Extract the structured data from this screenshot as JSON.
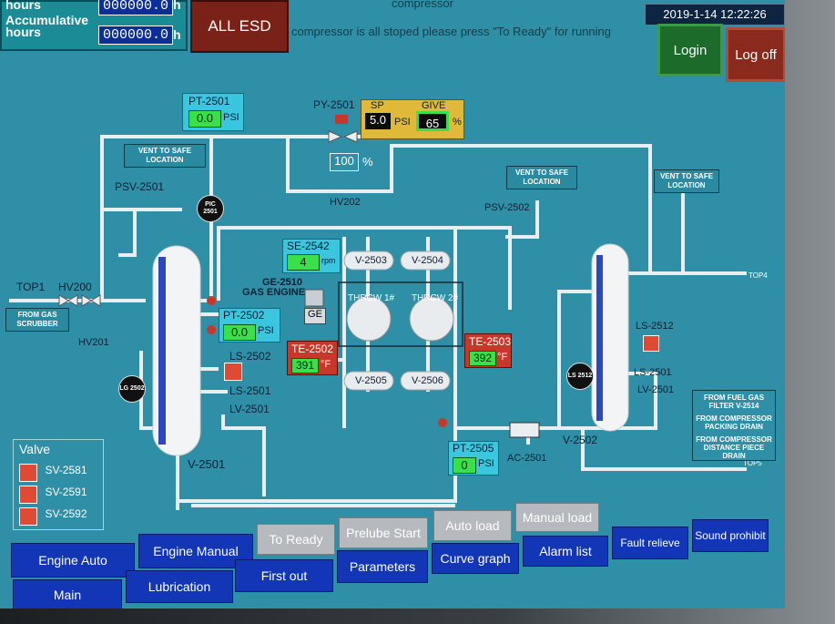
{
  "header": {
    "hours_label": "hours",
    "hours_unit": "h",
    "accum_label": "Accumulative hours",
    "accum_value": "000000.0",
    "hours_value": "000000.0",
    "accum_unit": "h",
    "esd_label": "ALL ESD",
    "message": "compressor is all stoped please press \"To Ready\" for running",
    "title_fragment": "compressor",
    "clock": "2019-1-14 12:22:26",
    "login": "Login",
    "logoff": "Log off"
  },
  "process": {
    "pt2501": {
      "tag": "PT-2501",
      "value": "0.0",
      "unit": "PSI"
    },
    "py2501": {
      "tag": "PY-2501"
    },
    "sp": {
      "label": "SP",
      "value": "5.0",
      "unit": "PSI"
    },
    "give": {
      "label": "GIVE",
      "value": "65",
      "unit": "%"
    },
    "valve_pct": {
      "value": "100",
      "unit": "%"
    },
    "hv202": "HV202",
    "vent1": "VENT TO SAFE LOCATION",
    "vent2": "VENT TO SAFE LOCATION",
    "vent3": "VENT TO SAFE LOCATION",
    "psv2501": "PSV-2501",
    "psv2502": "PSV-2502",
    "pic2501": "PIC 2501",
    "top1": "TOP1",
    "hv200": "HV200",
    "hv201": "HV201",
    "from_gas": "FROM GAS SCRUBBER",
    "se2542": {
      "tag": "SE-2542",
      "value": "4",
      "unit": "rpm"
    },
    "ge2510": "GE-2510",
    "gas_engine": "GAS ENGINE",
    "ge": "GE",
    "pt2502": {
      "tag": "PT-2502",
      "value": "0.0",
      "unit": "PSI"
    },
    "ls2502": "LS-2502",
    "ls2501_left": "LS-2501",
    "lv2501_left": "LV-2501",
    "lg2502": "LG 2502",
    "v2501": "V-2501",
    "te2502": {
      "tag": "TE-2502",
      "value": "391",
      "unit": "°F"
    },
    "te2503": {
      "tag": "TE-2503",
      "value": "392",
      "unit": "°F"
    },
    "v2503": "V-2503",
    "v2504": "V-2504",
    "v2505": "V-2505",
    "v2506": "V-2506",
    "throw1": "THRCW 1#",
    "throw2": "THRCW 2#",
    "pt2505": {
      "tag": "PT-2505",
      "value": "0",
      "unit": "PSI"
    },
    "ac2501": "AC-2501",
    "top4": "TOP4",
    "top5": "TOP5",
    "ls2512": "LS-2512",
    "ls2501_right": "LS-2501",
    "lv2501_right": "LV-2501",
    "ls2512_tag": "LS 2512",
    "v2502": "V-2502",
    "from_fuel": "FROM FUEL GAS FILTER V-2514",
    "from_comp_packing": "FROM COMPRESSOR PACKING DRAIN",
    "from_comp_distance": "FROM COMPRESSOR DISTANCE PIECE DRAIN"
  },
  "valve_panel": {
    "title": "Valve",
    "items": [
      "SV-2581",
      "SV-2591",
      "SV-2592"
    ]
  },
  "buttons": {
    "grey": [
      "To Ready",
      "Prelube Start",
      "Auto load",
      "Manual load"
    ],
    "row1": [
      "Engine Auto",
      "Engine Manual",
      "Curve graph",
      "Alarm list",
      "Fault relieve",
      "Sound prohibit"
    ],
    "row2": [
      "Main",
      "Lubrication",
      "First out",
      "Parameters"
    ]
  },
  "colors": {
    "background": "#2f8fa6",
    "pipe": "#e9eef0",
    "alarm_red": "#c8382a",
    "value_green": "#39e04a",
    "button_blue": "#1236b6"
  }
}
